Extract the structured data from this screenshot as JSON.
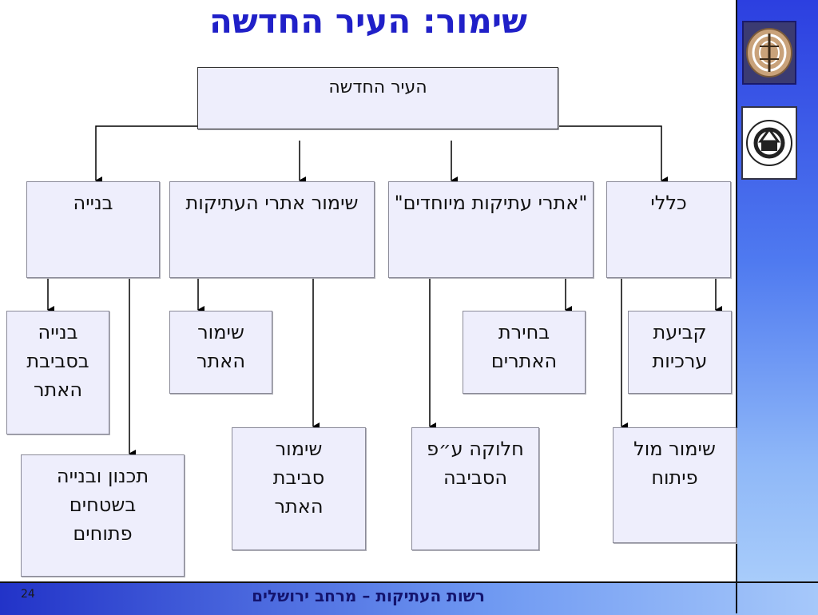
{
  "title": "שימור: העיר החדשה",
  "root": "העיר החדשה",
  "level1": {
    "general": "כללי",
    "special_sites": "\"אתרי עתיקות מיוחדים\"",
    "preserve_sites": "שימור אתרי העתיקות",
    "building": "בנייה"
  },
  "level2": {
    "values": "קביעת ערכיות",
    "preserve_vs_dev": "שימור מול פיתוח",
    "choose_sites": "בחירת האתרים",
    "division_env": "חלוקה ע״פ הסביבה",
    "preserve_site": "שימור האתר",
    "preserve_env": "שימור סביבת האתר",
    "build_env": "בנייה בסביבת האתר",
    "plan_open": "תכנון ובנייה בשטחים פתוחים"
  },
  "footer": {
    "text": "רשות העתיקות – מרחב ירושלים",
    "page_number": "24"
  },
  "logos": {
    "iaa": "iaa-logo-icon",
    "whc": "world-heritage-logo-icon"
  },
  "colors": {
    "title": "#2020c8",
    "box_fill": "#eeeefc",
    "sidebar": "#4f7af0",
    "footer_text": "#14146e"
  }
}
